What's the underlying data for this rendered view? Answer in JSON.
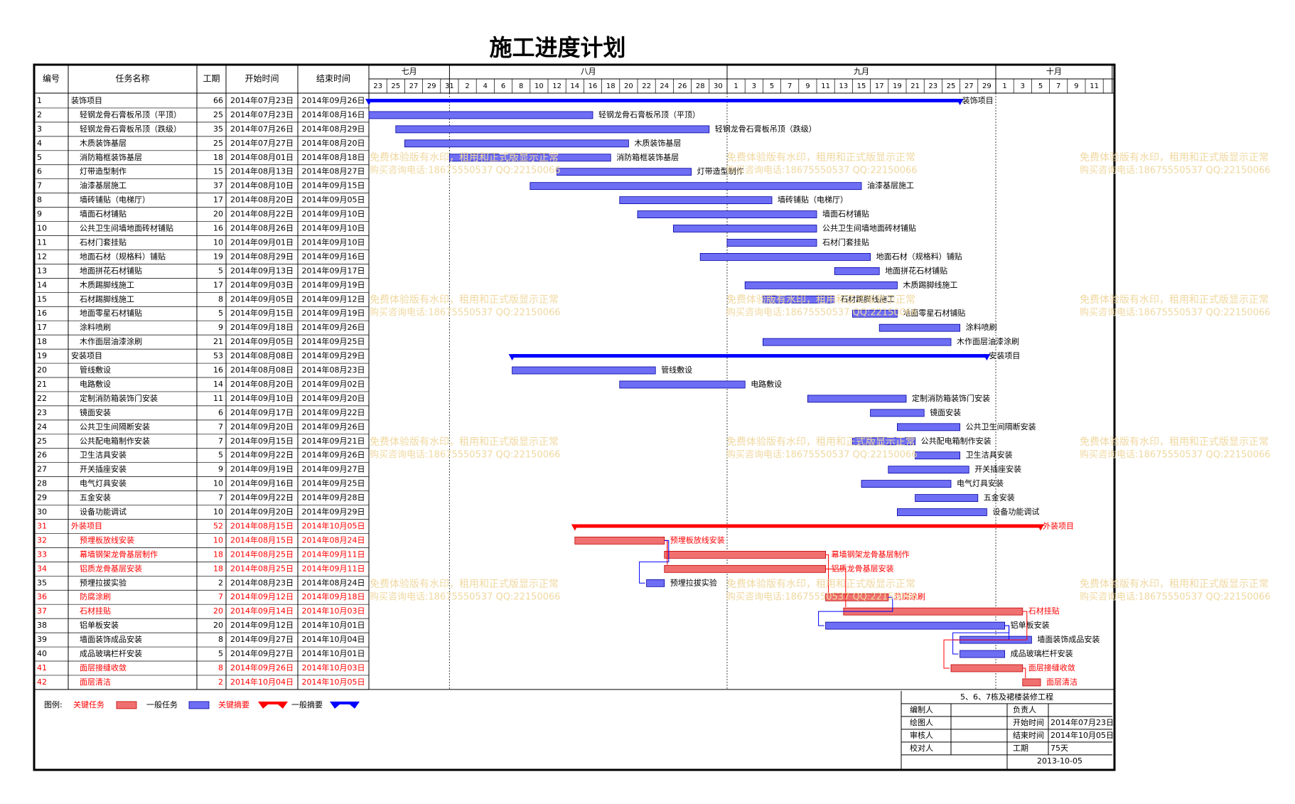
{
  "title": "施工进度计划",
  "headers": {
    "id": "编号",
    "name": "任务名称",
    "dur": "工期",
    "start": "开始时间",
    "end": "结束时间"
  },
  "months": [
    {
      "label": "七月",
      "from": 0,
      "to": 9
    },
    {
      "label": "八月",
      "from": 9,
      "to": 40
    },
    {
      "label": "九月",
      "from": 40,
      "to": 70
    },
    {
      "label": "十月",
      "from": 70,
      "to": 83
    }
  ],
  "day_ticks": [
    "23",
    "25",
    "27",
    "29",
    "31",
    "2",
    "4",
    "6",
    "8",
    "10",
    "12",
    "14",
    "16",
    "18",
    "20",
    "22",
    "24",
    "26",
    "28",
    "30",
    "1",
    "3",
    "5",
    "7",
    "9",
    "11",
    "13",
    "15",
    "17",
    "19",
    "21",
    "23",
    "25",
    "27",
    "29",
    "1",
    "3",
    "5",
    "7",
    "9",
    "11"
  ],
  "month_lines": [
    9,
    40,
    70
  ],
  "colors": {
    "critical": "#f07070",
    "normal": "#6e6ef5",
    "summary_blue": "#0000ff",
    "summary_red": "#ff0000",
    "critical_text": "#ff0000",
    "watermark": "#f0d8a0"
  },
  "chart_data": {
    "type": "gantt",
    "axis_start": "2014-07-23",
    "tasks": [
      {
        "id": "1",
        "name": "装饰项目",
        "dur": "66",
        "start": "2014年07月23日",
        "end": "2014年09月26日",
        "s": "2014-07-23",
        "e": "2014-09-26",
        "kind": "summary"
      },
      {
        "id": "2",
        "name": "轻钢龙骨石膏板吊顶（平顶）",
        "dur": "25",
        "start": "2014年07月23日",
        "end": "2014年08月16日",
        "s": "2014-07-23",
        "e": "2014-08-16",
        "kind": "normal"
      },
      {
        "id": "3",
        "name": "轻钢龙骨石膏板吊顶（跌级）",
        "dur": "35",
        "start": "2014年07月26日",
        "end": "2014年08月29日",
        "s": "2014-07-26",
        "e": "2014-08-29",
        "kind": "normal"
      },
      {
        "id": "4",
        "name": "木质装饰基层",
        "dur": "25",
        "start": "2014年07月27日",
        "end": "2014年08月20日",
        "s": "2014-07-27",
        "e": "2014-08-20",
        "kind": "normal"
      },
      {
        "id": "5",
        "name": "消防箱框装饰基层",
        "dur": "18",
        "start": "2014年08月01日",
        "end": "2014年08月18日",
        "s": "2014-08-01",
        "e": "2014-08-18",
        "kind": "normal"
      },
      {
        "id": "6",
        "name": "灯带造型制作",
        "dur": "15",
        "start": "2014年08月13日",
        "end": "2014年08月27日",
        "s": "2014-08-13",
        "e": "2014-08-27",
        "kind": "normal"
      },
      {
        "id": "7",
        "name": "油漆基层施工",
        "dur": "37",
        "start": "2014年08月10日",
        "end": "2014年09月15日",
        "s": "2014-08-10",
        "e": "2014-09-15",
        "kind": "normal"
      },
      {
        "id": "8",
        "name": "墙砖铺贴（电梯厅）",
        "dur": "17",
        "start": "2014年08月20日",
        "end": "2014年09月05日",
        "s": "2014-08-20",
        "e": "2014-09-05",
        "kind": "normal"
      },
      {
        "id": "9",
        "name": "墙面石材铺贴",
        "dur": "20",
        "start": "2014年08月22日",
        "end": "2014年09月10日",
        "s": "2014-08-22",
        "e": "2014-09-10",
        "kind": "normal"
      },
      {
        "id": "10",
        "name": "公共卫生间墙地面砖材铺贴",
        "dur": "16",
        "start": "2014年08月26日",
        "end": "2014年09月10日",
        "s": "2014-08-26",
        "e": "2014-09-10",
        "kind": "normal"
      },
      {
        "id": "11",
        "name": "石材门套挂贴",
        "dur": "10",
        "start": "2014年09月01日",
        "end": "2014年09月10日",
        "s": "2014-09-01",
        "e": "2014-09-10",
        "kind": "normal"
      },
      {
        "id": "12",
        "name": "地面石材（规格料）铺贴",
        "dur": "19",
        "start": "2014年08月29日",
        "end": "2014年09月16日",
        "s": "2014-08-29",
        "e": "2014-09-16",
        "kind": "normal"
      },
      {
        "id": "13",
        "name": "地面拼花石材铺贴",
        "dur": "5",
        "start": "2014年09月13日",
        "end": "2014年09月17日",
        "s": "2014-09-13",
        "e": "2014-09-17",
        "kind": "normal"
      },
      {
        "id": "14",
        "name": "木质踢脚线施工",
        "dur": "17",
        "start": "2014年09月03日",
        "end": "2014年09月19日",
        "s": "2014-09-03",
        "e": "2014-09-19",
        "kind": "normal"
      },
      {
        "id": "15",
        "name": "石材踢脚线施工",
        "dur": "8",
        "start": "2014年09月05日",
        "end": "2014年09月12日",
        "s": "2014-09-05",
        "e": "2014-09-12",
        "kind": "normal"
      },
      {
        "id": "16",
        "name": "地面零星石材铺贴",
        "dur": "5",
        "start": "2014年09月15日",
        "end": "2014年09月19日",
        "s": "2014-09-15",
        "e": "2014-09-19",
        "kind": "normal"
      },
      {
        "id": "17",
        "name": "涂料喷刷",
        "dur": "9",
        "start": "2014年09月18日",
        "end": "2014年09月26日",
        "s": "2014-09-18",
        "e": "2014-09-26",
        "kind": "normal"
      },
      {
        "id": "18",
        "name": "木作面层油漆涂刷",
        "dur": "21",
        "start": "2014年09月05日",
        "end": "2014年09月25日",
        "s": "2014-09-05",
        "e": "2014-09-25",
        "kind": "normal"
      },
      {
        "id": "19",
        "name": "安装项目",
        "dur": "53",
        "start": "2014年08月08日",
        "end": "2014年09月29日",
        "s": "2014-08-08",
        "e": "2014-09-29",
        "kind": "summary"
      },
      {
        "id": "20",
        "name": "管线敷设",
        "dur": "16",
        "start": "2014年08月08日",
        "end": "2014年08月23日",
        "s": "2014-08-08",
        "e": "2014-08-23",
        "kind": "normal"
      },
      {
        "id": "21",
        "name": "电路敷设",
        "dur": "14",
        "start": "2014年08月20日",
        "end": "2014年09月02日",
        "s": "2014-08-20",
        "e": "2014-09-02",
        "kind": "normal"
      },
      {
        "id": "22",
        "name": "定制消防箱装饰门安装",
        "dur": "11",
        "start": "2014年09月10日",
        "end": "2014年09月20日",
        "s": "2014-09-10",
        "e": "2014-09-20",
        "kind": "normal"
      },
      {
        "id": "23",
        "name": "镜面安装",
        "dur": "6",
        "start": "2014年09月17日",
        "end": "2014年09月22日",
        "s": "2014-09-17",
        "e": "2014-09-22",
        "kind": "normal"
      },
      {
        "id": "24",
        "name": "公共卫生间隔断安装",
        "dur": "7",
        "start": "2014年09月20日",
        "end": "2014年09月26日",
        "s": "2014-09-20",
        "e": "2014-09-26",
        "kind": "normal"
      },
      {
        "id": "25",
        "name": "公共配电箱制作安装",
        "dur": "7",
        "start": "2014年09月15日",
        "end": "2014年09月21日",
        "s": "2014-09-15",
        "e": "2014-09-21",
        "kind": "normal"
      },
      {
        "id": "26",
        "name": "卫生洁具安装",
        "dur": "5",
        "start": "2014年09月22日",
        "end": "2014年09月26日",
        "s": "2014-09-22",
        "e": "2014-09-26",
        "kind": "normal"
      },
      {
        "id": "27",
        "name": "开关插座安装",
        "dur": "9",
        "start": "2014年09月19日",
        "end": "2014年09月27日",
        "s": "2014-09-19",
        "e": "2014-09-27",
        "kind": "normal"
      },
      {
        "id": "28",
        "name": "电气灯具安装",
        "dur": "10",
        "start": "2014年09月16日",
        "end": "2014年09月25日",
        "s": "2014-09-16",
        "e": "2014-09-25",
        "kind": "normal"
      },
      {
        "id": "29",
        "name": "五金安装",
        "dur": "7",
        "start": "2014年09月22日",
        "end": "2014年09月28日",
        "s": "2014-09-22",
        "e": "2014-09-28",
        "kind": "normal"
      },
      {
        "id": "30",
        "name": "设备功能调试",
        "dur": "10",
        "start": "2014年09月20日",
        "end": "2014年09月29日",
        "s": "2014-09-20",
        "e": "2014-09-29",
        "kind": "normal"
      },
      {
        "id": "31",
        "name": "外装项目",
        "dur": "52",
        "start": "2014年08月15日",
        "end": "2014年10月05日",
        "s": "2014-08-15",
        "e": "2014-10-05",
        "kind": "summary_crit"
      },
      {
        "id": "32",
        "name": "预埋板放线安装",
        "dur": "10",
        "start": "2014年08月15日",
        "end": "2014年08月24日",
        "s": "2014-08-15",
        "e": "2014-08-24",
        "kind": "critical"
      },
      {
        "id": "33",
        "name": "幕墙钢架龙骨基层制作",
        "dur": "18",
        "start": "2014年08月25日",
        "end": "2014年09月11日",
        "s": "2014-08-25",
        "e": "2014-09-11",
        "kind": "critical"
      },
      {
        "id": "34",
        "name": "铝质龙骨基层安装",
        "dur": "18",
        "start": "2014年08月25日",
        "end": "2014年09月11日",
        "s": "2014-08-25",
        "e": "2014-09-11",
        "kind": "critical"
      },
      {
        "id": "35",
        "name": "预埋拉拔实验",
        "dur": "2",
        "start": "2014年08月23日",
        "end": "2014年08月24日",
        "s": "2014-08-23",
        "e": "2014-08-24",
        "kind": "normal"
      },
      {
        "id": "36",
        "name": "防腐涂刷",
        "dur": "7",
        "start": "2014年09月12日",
        "end": "2014年09月18日",
        "s": "2014-09-12",
        "e": "2014-09-18",
        "kind": "critical"
      },
      {
        "id": "37",
        "name": "石材挂贴",
        "dur": "20",
        "start": "2014年09月14日",
        "end": "2014年10月03日",
        "s": "2014-09-14",
        "e": "2014-10-03",
        "kind": "critical"
      },
      {
        "id": "38",
        "name": "铝单板安装",
        "dur": "20",
        "start": "2014年09月12日",
        "end": "2014年10月01日",
        "s": "2014-09-12",
        "e": "2014-10-01",
        "kind": "normal"
      },
      {
        "id": "39",
        "name": "墙面装饰成品安装",
        "dur": "8",
        "start": "2014年09月27日",
        "end": "2014年10月04日",
        "s": "2014-09-27",
        "e": "2014-10-04",
        "kind": "normal"
      },
      {
        "id": "40",
        "name": "成品玻璃栏杆安装",
        "dur": "5",
        "start": "2014年09月27日",
        "end": "2014年10月01日",
        "s": "2014-09-27",
        "e": "2014-10-01",
        "kind": "normal"
      },
      {
        "id": "41",
        "name": "面层接缝收敛",
        "dur": "8",
        "start": "2014年09月26日",
        "end": "2014年10月03日",
        "s": "2014-09-26",
        "e": "2014-10-03",
        "kind": "critical"
      },
      {
        "id": "42",
        "name": "面层清洁",
        "dur": "2",
        "start": "2014年10月04日",
        "end": "2014年10月05日",
        "s": "2014-10-04",
        "e": "2014-10-05",
        "kind": "critical"
      }
    ],
    "links": [
      [
        32,
        33
      ],
      [
        32,
        34
      ],
      [
        32,
        35
      ],
      [
        33,
        36
      ],
      [
        34,
        37
      ],
      [
        36,
        38
      ],
      [
        38,
        39
      ],
      [
        38,
        40
      ],
      [
        37,
        41
      ],
      [
        41,
        42
      ]
    ]
  },
  "watermark": {
    "line1": "免费体验版有水印，租用和正式版显示正常",
    "line2": "购买咨询电话:18675550537 QQ:22150066"
  },
  "legend": {
    "label": "图例:",
    "critical": "关键任务",
    "normal": "一般任务",
    "crit_summary": "关键摘要",
    "summary": "一般摘要"
  },
  "info": {
    "project": "5、6、7栋及裙楼装修工程",
    "left": [
      "编制人",
      "绘图人",
      "审核人",
      "校对人"
    ],
    "right": [
      [
        "负责人",
        ""
      ],
      [
        "开始时间",
        "2014年07月23日"
      ],
      [
        "结束时间",
        "2014年10月05日"
      ],
      [
        "工期",
        "75天"
      ]
    ],
    "date": "2013-10-05"
  }
}
